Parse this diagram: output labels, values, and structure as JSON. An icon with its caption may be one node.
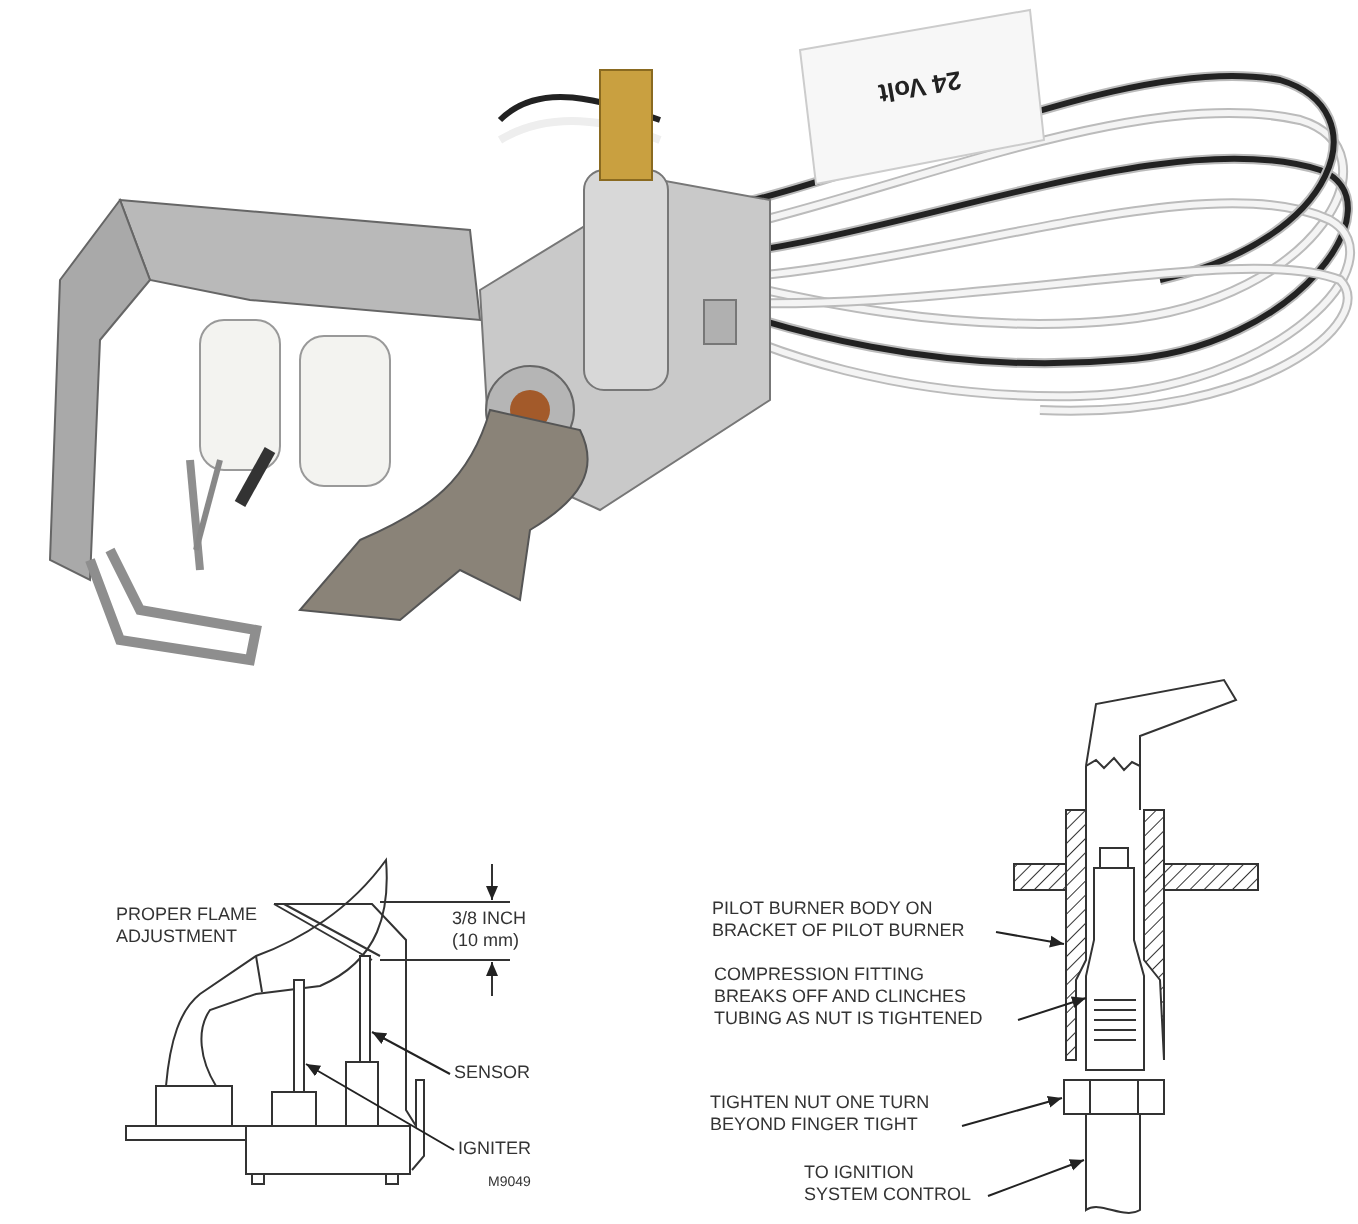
{
  "diagram": {
    "nodes": [
      {
        "text": [
          "SENSOR"
        ]
      },
      {
        "text": [
          "IGNITER"
        ]
      },
      {
        "text": [
          "PILOT BURNER BODY ON BRACKET OF PILOT BURNER"
        ]
      },
      {
        "text": [
          "COMPRESSION FITTING BREAKS OFF AND CLINCHES TUBING AS NUT IS TIGHTENED"
        ]
      },
      {
        "text": [
          "TIGHTEN NUT ONE TURN BEYOND FINGER TIGHT"
        ]
      },
      {
        "text": [
          "TO IGNITION SYSTEM CONTROL"
        ]
      },
      {
        "text": [],
        "shape": "bar"
      },
      {
        "text": [],
        "shape": "bar"
      },
      {
        "text": [],
        "shape": "box"
      },
      {
        "text": [],
        "shape": "box",
        "in": 8
      },
      {
        "text": [],
        "shape": "box"
      },
      {
        "text": [],
        "shape": "bar"
      }
    ],
    "edges": [
      {
        "from": 0,
        "to": 6,
        "arrow": "to"
      },
      {
        "from": 1,
        "to": 7,
        "arrow": "to"
      },
      {
        "from": 2,
        "to": 8,
        "arrow": "to"
      },
      {
        "from": 3,
        "to": 9,
        "arrow": "to"
      },
      {
        "from": 4,
        "to": 10,
        "arrow": "to"
      },
      {
        "from": 5,
        "to": 11,
        "arrow": "to"
      }
    ],
    "labels": [
      "24 Volt",
      "PROPER FLAME ADJUSTMENT",
      "3/8 INCH (10 mm)",
      "M9049"
    ]
  }
}
